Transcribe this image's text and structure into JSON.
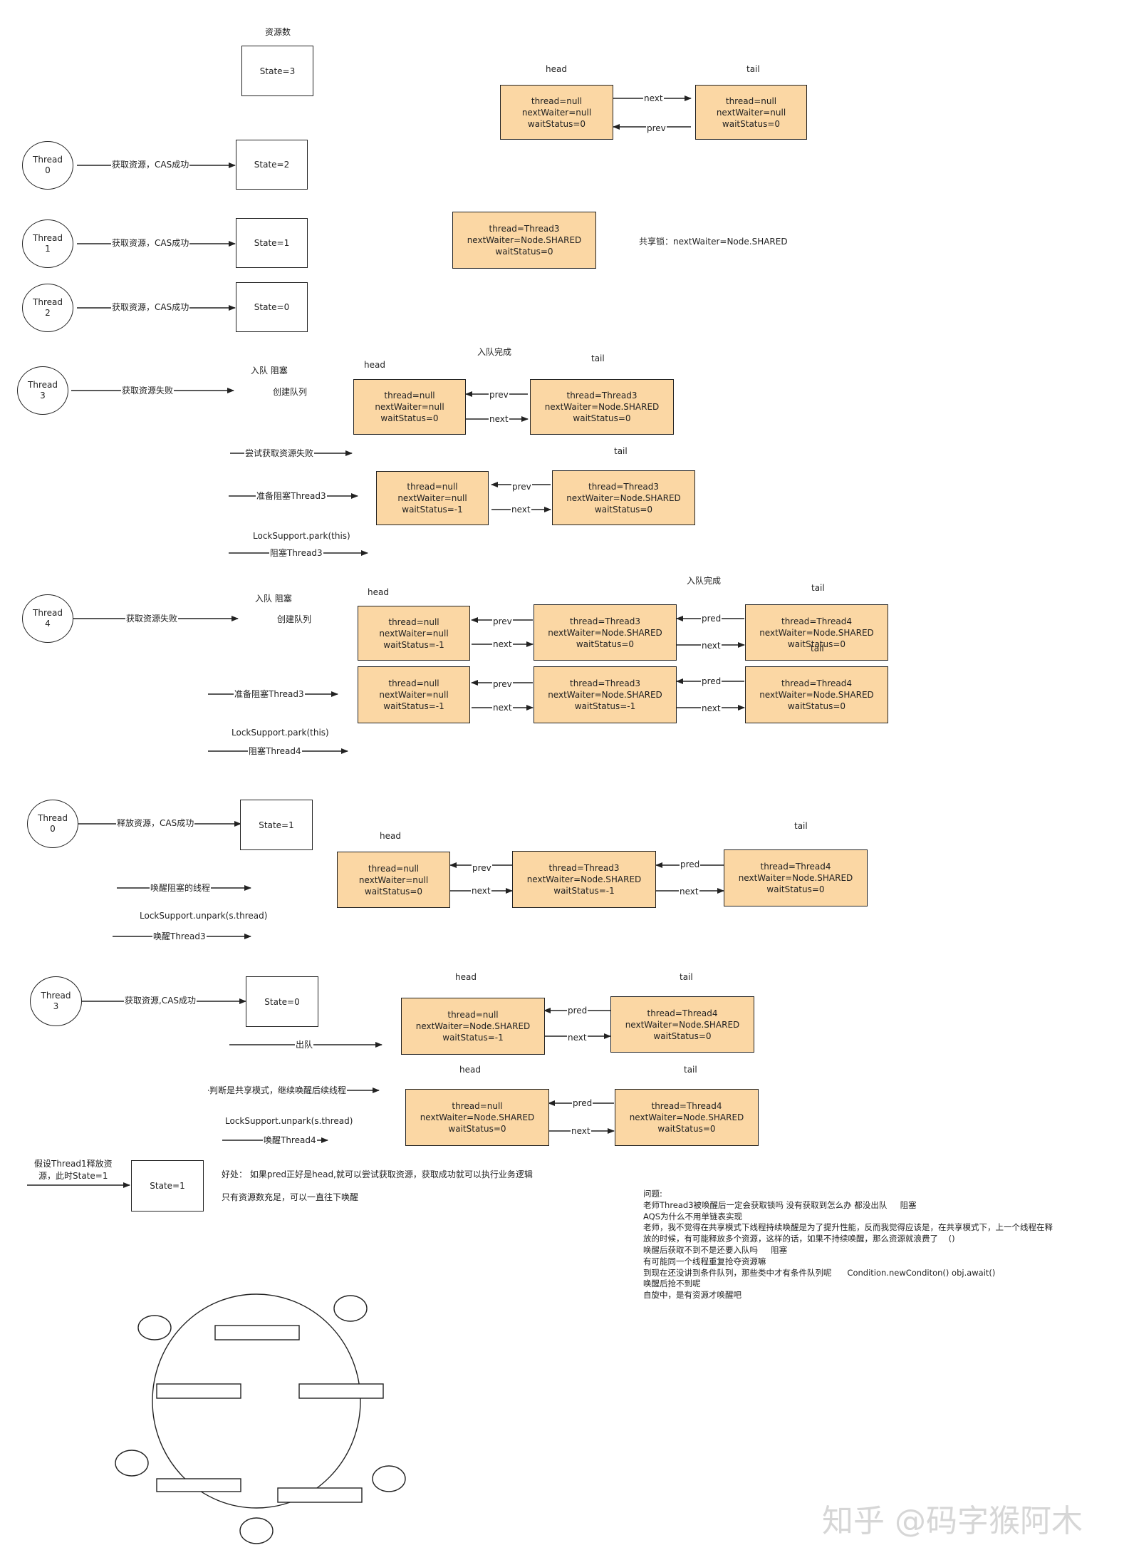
{
  "labels": {
    "resource_count": "资源数",
    "state3": "State=3",
    "state2": "State=2",
    "state1": "State=1",
    "state0": "State=0",
    "head": "head",
    "tail": "tail",
    "next": "next",
    "prev": "prev",
    "pred": "pred",
    "thread": "Thread",
    "t0": "0",
    "t1": "1",
    "t2": "2",
    "t3": "3",
    "t4": "4",
    "cas_ok": "获取资源，CAS成功",
    "cas_ok2": "获取资源,CAS成功",
    "acquire_fail": "获取资源失败",
    "enqueue_block": "入队  阻塞",
    "create_queue": "创建队列",
    "enqueue_done": "入队完成",
    "try_fail": "尝试获取资源失败",
    "prep_block3": "准备阻塞Thread3",
    "park": "LockSupport.park(this)",
    "block3": "阻塞Thread3",
    "block4": "阻塞Thread4",
    "release_ok": "释放资源，CAS成功",
    "wake_blocked": "唤醒阻塞的线程",
    "unpark": "LockSupport.unpark(s.thread)",
    "wake3": "唤醒Thread3",
    "wake4": "唤醒Thread4",
    "dequeue": "出队",
    "shared_continue": "判断是共享模式，继续唤醒后续线程",
    "assume_t1_line1": "假设Thread1释放资",
    "assume_t1_line2": "源，此时State=1",
    "shared_lock_note": "共享锁：nextWaiter=Node.SHARED",
    "benefit": "好处：  如果pred正好是head,就可以尝试获取资源，获取成功就可以执行业务逻辑",
    "only_wake": "只有资源数充足，可以一直往下唤醒"
  },
  "node_text": {
    "thread_null": "thread=null",
    "thread3": "thread=Thread3",
    "thread4": "thread=Thread4",
    "nw_null": "nextWaiter=null",
    "nw_shared": "nextWaiter=Node.SHARED",
    "ws0": "waitStatus=0",
    "ws_m1": "waitStatus=-1"
  },
  "questions": "问题:\n老师Thread3被唤醒后一定会获取锁吗 没有获取到怎么办 都没出队     阻塞\nAQS为什么不用单链表实现\n老师，我不觉得在共享模式下线程持续唤醒是为了提升性能，反而我觉得应该是，在共享模式下，上一个线程在释\n放的时候，有可能释放多个资源，这样的话，如果不持续唤醒，那么资源就浪费了    ()\n唤醒后获取不到不是还要入队吗     阻塞\n有可能同一个线程重复抢夺资源嘛\n到现在还没讲到条件队列，那些类中才有条件队列呢      Condition.newConditon() obj.await()\n唤醒后抢不到呢\n自旋中，是有资源才唤醒吧",
  "watermark": "知乎 @码字猴阿木"
}
